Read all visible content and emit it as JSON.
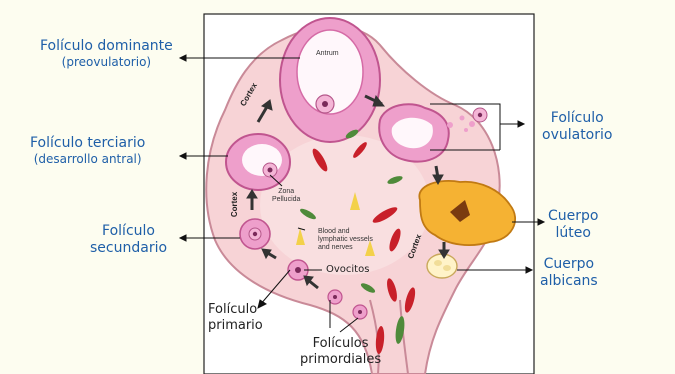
{
  "labels": {
    "dominant": {
      "main": "Folículo dominante",
      "sub": "(preovulatorio)"
    },
    "tertiary": {
      "main": "Folículo terciario",
      "sub": "(desarrollo antral)"
    },
    "secondary": {
      "line1": "Folículo",
      "line2": "secundario"
    },
    "ovulatory": {
      "line1": "Folículo",
      "line2": "ovulatorio"
    },
    "luteum": {
      "line1": "Cuerpo",
      "line2": "lúteo"
    },
    "albicans": {
      "line1": "Cuerpo",
      "line2": "albicans"
    },
    "primary": {
      "line1": "Folículo",
      "line2": "primario"
    },
    "primordial": {
      "line1": "Folículos",
      "line2": "primordiales"
    },
    "oocytes": "Ovocitos"
  },
  "figure_text": {
    "antrum": "Antrum",
    "zona_line1": "Zona",
    "zona_line2": "Pellucida",
    "vessels_line1": "Blood and",
    "vessels_line2": "lymphatic vessels",
    "vessels_line3": "and nerves",
    "cortex": "Cortex"
  },
  "colors": {
    "label_blue": "#1f5fa8",
    "ovary_tissue": "#f7d3d6",
    "follicle_pink": "#e993c4",
    "corpus_luteum": "#f5b233",
    "vessel_red": "#c8202a",
    "vessel_green": "#4f8a3a"
  }
}
